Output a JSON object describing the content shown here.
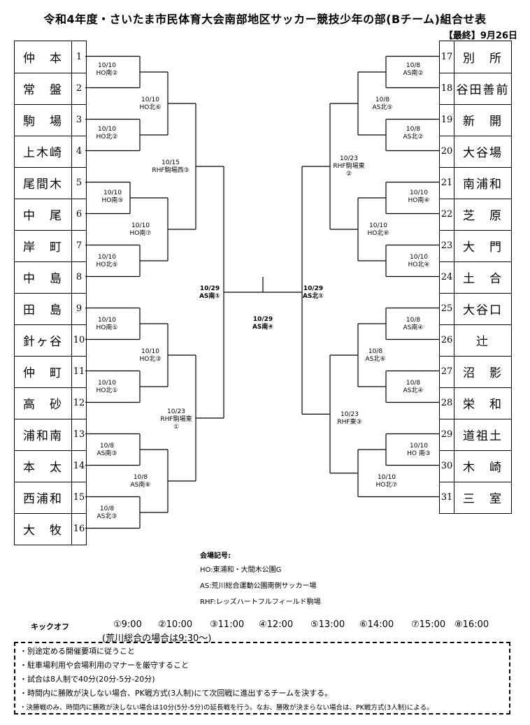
{
  "title": "令和4年度・さいたま市民体育大会南部地区サッカー競技少年の部(Bチーム)組合せ表",
  "status": "【最終】9月26日",
  "left_teams": [
    {
      "name": "仲　本",
      "num": "1"
    },
    {
      "name": "常　盤",
      "num": "2"
    },
    {
      "name": "駒　場",
      "num": "3"
    },
    {
      "name": "上木崎",
      "num": "4"
    },
    {
      "name": "尾間木",
      "num": "5"
    },
    {
      "name": "中　尾",
      "num": "6"
    },
    {
      "name": "岸　町",
      "num": "7"
    },
    {
      "name": "中　島",
      "num": "8"
    },
    {
      "name": "田　島",
      "num": "9"
    },
    {
      "name": "針ヶ谷",
      "num": "10"
    },
    {
      "name": "仲　町",
      "num": "11"
    },
    {
      "name": "高　砂",
      "num": "12"
    },
    {
      "name": "浦和南",
      "num": "13"
    },
    {
      "name": "本　太",
      "num": "14"
    },
    {
      "name": "西浦和",
      "num": "15"
    },
    {
      "name": "大　牧",
      "num": "16"
    }
  ],
  "right_teams": [
    {
      "name": "別　所",
      "num": "17"
    },
    {
      "name": "谷田善前",
      "num": "18"
    },
    {
      "name": "新　開",
      "num": "19"
    },
    {
      "name": "大谷場",
      "num": "20"
    },
    {
      "name": "南浦和",
      "num": "21"
    },
    {
      "name": "芝　原",
      "num": "22"
    },
    {
      "name": "大　門",
      "num": "23"
    },
    {
      "name": "土　合",
      "num": "24"
    },
    {
      "name": "大谷口",
      "num": "25"
    },
    {
      "name": "辻",
      "num": "26"
    },
    {
      "name": "沼　影",
      "num": "27"
    },
    {
      "name": "栄　和",
      "num": "28"
    },
    {
      "name": "道祖土",
      "num": "29"
    },
    {
      "name": "木　崎",
      "num": "30"
    },
    {
      "name": "三　室",
      "num": "31"
    }
  ],
  "match_labels": {
    "l1a": "10/10",
    "l1b": "HO南②",
    "l2a": "10/10",
    "l2b": "HO北②",
    "l3a": "10/10",
    "l3b": "HO南⑤",
    "l4a": "10/10",
    "l4b": "HO北⑤",
    "l5a": "10/10",
    "l5b": "HO南①",
    "l6a": "10/10",
    "l6b": "HO北①",
    "l7a": "10/8",
    "l7b": "AS南③",
    "l8a": "10/8",
    "l8b": "AS北③",
    "q1a": "10/10",
    "q1b": "HO北⑥",
    "q2a": "10/10",
    "q2b": "HO南⑦",
    "q3a": "10/10",
    "q3b": "HO北③",
    "q4a": "10/8",
    "q4b": "AS南⑥",
    "s1a": "10/15",
    "s1b": "RHF駒場西③",
    "s2a": "10/23",
    "s2b": "RHF駒場東",
    "s2c": "①",
    "fla": "10/29",
    "flb": "AS南①",
    "fra": "10/29",
    "frb": "AS北①",
    "fca": "10/29",
    "fcb": "AS南④",
    "r1a": "10/8",
    "r1b": "AS南②",
    "r2a": "10/8",
    "r2b": "AS北②",
    "r3a": "10/10",
    "r3b": "HO南④",
    "r4a": "10/10",
    "r4b": "HO北④",
    "r5a": "10/8",
    "r5b": "AS南④",
    "r6a": "10/8",
    "r6b": "AS北④",
    "r7a": "10/10",
    "r7b": "HO 南③",
    "rq1a": "10/8",
    "rq1b": "AS北⑤",
    "rq2a": "10/10",
    "rq2b": "HO北⑥",
    "rq3a": "10/8",
    "rq3b": "AS北⑥",
    "rq4a": "10/10",
    "rq4b": "HO北⑦",
    "rs1a": "10/23",
    "rs1b": "RHF駒場東",
    "rs1c": "②",
    "rs2a": "10/23",
    "rs2b": "RHF東③"
  },
  "legend": {
    "title": "会場記号:",
    "items": [
      "HO:東浦和・大間木公園G",
      "AS:荒川総合運動公園南側サッカー場",
      "RHF:レッズハートフルフィールド駒場"
    ]
  },
  "kickoff": {
    "label": "キックオフ",
    "times": [
      "①9:00",
      "②10:00",
      "③11:00",
      "④12:00",
      "⑤13:00",
      "⑥14:00",
      "⑦15:00",
      "⑧16:00"
    ],
    "note": "(荒川総合の場合は9:30〜)"
  },
  "notes": [
    "・別途定める開催要項に従うこと",
    "・駐車場利用や会場利用のマナーを厳守すること",
    "・試合は8人制で40分(20分-5分-20分)",
    "・時間内に勝敗が決しない場合、PK戦方式(3人制)にて次回戦に進出するチームを決する。",
    "・決勝戦のみ、時間内に勝敗が決しない場合は10分(5分-5分)の延長戦を行う。なお、勝敗が決まらない場合は、PK戦方式(3人制)による。"
  ]
}
